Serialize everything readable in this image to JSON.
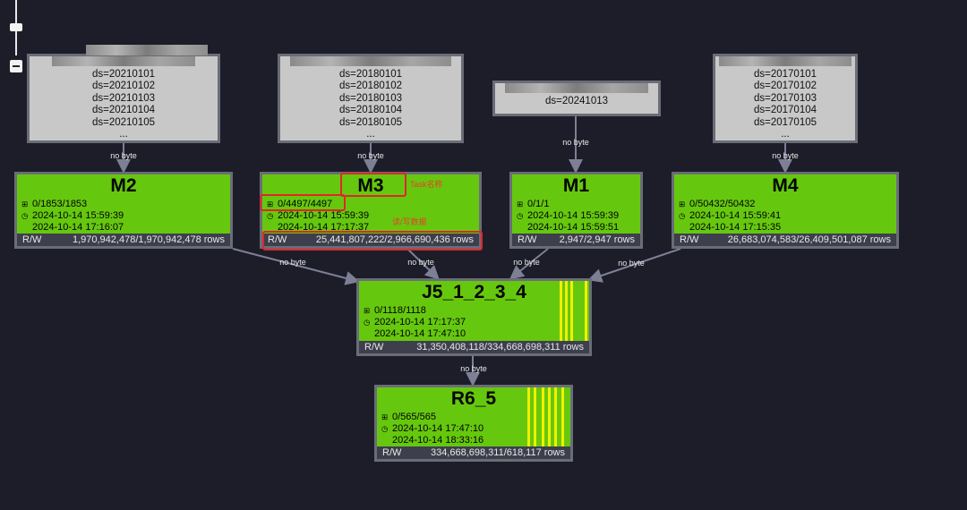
{
  "zoom_control": {
    "minus_icon": "minus-icon",
    "thumb_icon": "slider-thumb"
  },
  "edge_label": "no byte",
  "tables": {
    "t1": {
      "rows": [
        "ds=20210101",
        "ds=20210102",
        "ds=20210103",
        "ds=20210104",
        "ds=20210105",
        "..."
      ]
    },
    "t2": {
      "rows": [
        "ds=20180101",
        "ds=20180102",
        "ds=20180103",
        "ds=20180104",
        "ds=20180105",
        "..."
      ]
    },
    "t3": {
      "rows": [
        "ds=20241013"
      ]
    },
    "t4": {
      "rows": [
        "ds=20170101",
        "ds=20170102",
        "ds=20170103",
        "ds=20170104",
        "ds=20170105",
        "..."
      ]
    }
  },
  "tasks": {
    "m2": {
      "name": "M2",
      "instances": "0/1853/1853",
      "start": "2024-10-14 15:59:39",
      "end": "2024-10-14 17:16:07",
      "rw_label": "R/W",
      "rw": "1,970,942,478/1,970,942,478 rows"
    },
    "m3": {
      "name": "M3",
      "instances": "0/4497/4497",
      "start": "2024-10-14 15:59:39",
      "end": "2024-10-14 17:17:37",
      "rw_label": "R/W",
      "rw": "25,441,807,222/2,966,690,436 rows"
    },
    "m1": {
      "name": "M1",
      "instances": "0/1/1",
      "start": "2024-10-14 15:59:39",
      "end": "2024-10-14 15:59:51",
      "rw_label": "R/W",
      "rw": "2,947/2,947 rows"
    },
    "m4": {
      "name": "M4",
      "instances": "0/50432/50432",
      "start": "2024-10-14 15:59:41",
      "end": "2024-10-14 17:15:35",
      "rw_label": "R/W",
      "rw": "26,683,074,583/26,409,501,087 rows"
    },
    "j5": {
      "name": "J5_1_2_3_4",
      "instances": "0/1118/1118",
      "start": "2024-10-14 17:17:37",
      "end": "2024-10-14 17:47:10",
      "rw_label": "R/W",
      "rw": "31,350,408,118/334,668,698,311 rows"
    },
    "r6": {
      "name": "R6_5",
      "instances": "0/565/565",
      "start": "2024-10-14 17:47:10",
      "end": "2024-10-14 18:33:16",
      "rw_label": "R/W",
      "rw": "334,668,698,311/618,117 rows"
    }
  },
  "annotations": {
    "task_name": "Task名称",
    "rw_data": "读/写数据"
  },
  "colors": {
    "background": "#1c1d29",
    "task_fill": "#66c80e",
    "stripe": "#f0f000",
    "highlight": "#e0262b",
    "edge": "#7d8094"
  }
}
